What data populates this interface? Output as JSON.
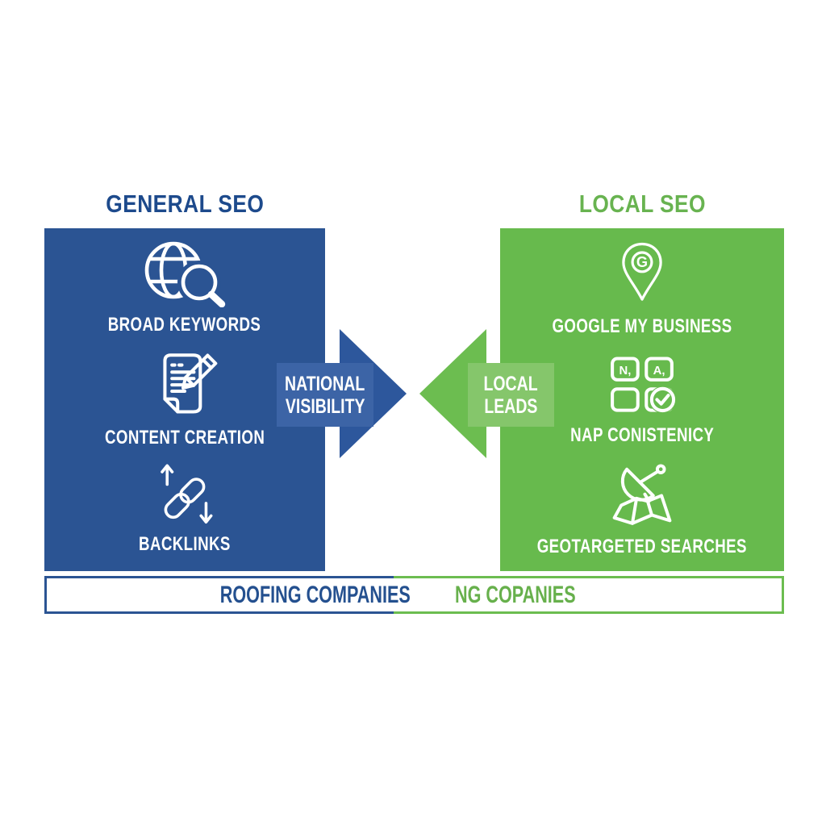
{
  "colors": {
    "panel_blue": "#2b5493",
    "arrow_blue": "#2d579c",
    "label_box_blue": "#3c64a6",
    "title_blue": "#1d4a8c",
    "panel_green": "#67ba4d",
    "arrow_green": "#6cbd50",
    "label_box_green": "#85c66b",
    "title_green": "#68b350",
    "text_white": "#ffffff",
    "background": "#ffffff"
  },
  "left_panel": {
    "title": "GENERAL SEO",
    "items": [
      {
        "icon": "globe-search-icon",
        "label": "BROAD KEYWORDS"
      },
      {
        "icon": "document-pencil-icon",
        "label": "CONTENT CREATION"
      },
      {
        "icon": "chain-link-arrows-icon",
        "label": "BACKLINKS"
      }
    ]
  },
  "right_panel": {
    "title": "LOCAL SEO",
    "items": [
      {
        "icon": "google-map-pin-icon",
        "label": "GOOGLE MY BUSINESS",
        "pin_letter": "G"
      },
      {
        "icon": "nap-grid-check-icon",
        "label": "NAP CONISTENICY",
        "grid_letter_1": "N,",
        "grid_letter_2": "A,"
      },
      {
        "icon": "satellite-dish-map-icon",
        "label": "GEOTARGETED SEARCHES"
      }
    ]
  },
  "center": {
    "left_arrow": {
      "line1": "NATIONAL",
      "line2": "VISIBILITY"
    },
    "right_arrow": {
      "line1": "LOCAL",
      "line2": "LEADS"
    }
  },
  "footer": {
    "left_label": "ROOFING COMPANIES",
    "right_label": "NG COPANIES"
  }
}
